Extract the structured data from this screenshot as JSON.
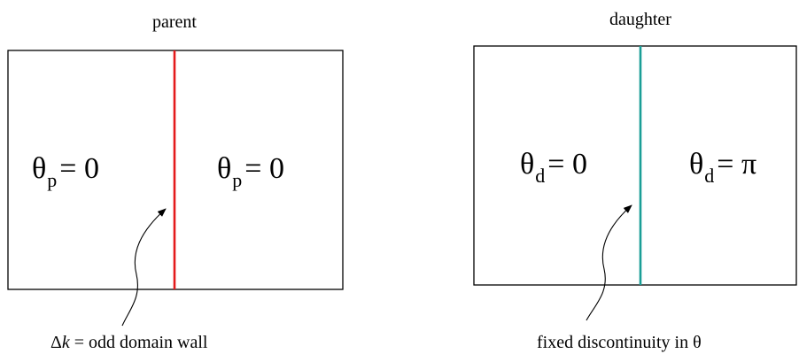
{
  "colors": {
    "parent_wall": "#e41a1c",
    "daughter_wall": "#1a9e96",
    "stroke": "#000000"
  },
  "parent": {
    "title": "parent",
    "left_region": {
      "symbol": "θ",
      "subscript": "p",
      "value": "= 0"
    },
    "right_region": {
      "symbol": "θ",
      "subscript": "p",
      "value": "= 0"
    },
    "annotation_delta": "Δ",
    "annotation_k": "k",
    "annotation_text": " = odd domain wall"
  },
  "daughter": {
    "title": "daughter",
    "left_region": {
      "symbol": "θ",
      "subscript": "d",
      "value": "= 0"
    },
    "right_region": {
      "symbol": "θ",
      "subscript": "d",
      "value": "= π"
    },
    "annotation_text": "fixed discontinuity in θ"
  }
}
